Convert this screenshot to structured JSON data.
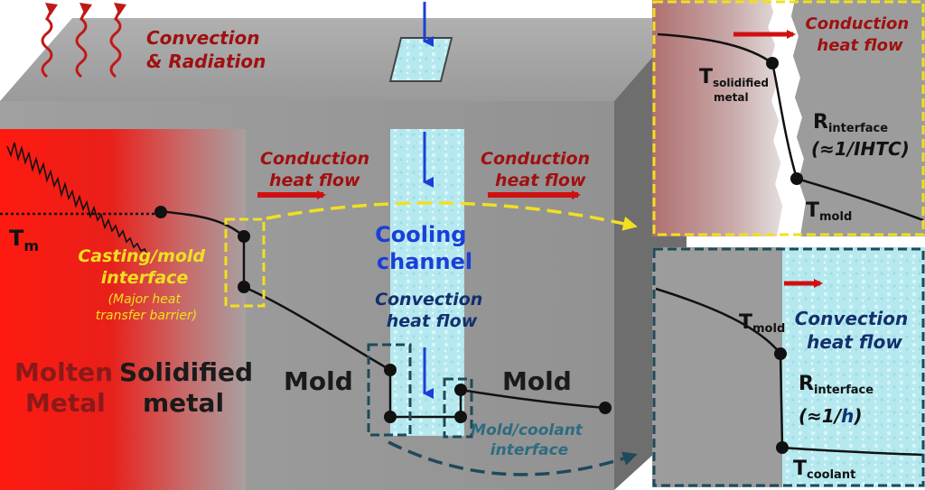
{
  "top": {
    "convection_radiation_1": "Convection",
    "convection_radiation_2": "& Radiation"
  },
  "main": {
    "conduction_left_1": "Conduction",
    "conduction_left_2": "heat flow",
    "conduction_right_1": "Conduction",
    "conduction_right_2": "heat flow",
    "tm_base": "T",
    "tm_sub": "m",
    "casting_interface_1": "Casting/mold",
    "casting_interface_2": "interface",
    "casting_note_1": "(Major heat",
    "casting_note_2": "transfer barrier)",
    "cooling_channel_1": "Cooling",
    "cooling_channel_2": "channel",
    "convection_flow_1": "Convection",
    "convection_flow_2": "heat flow",
    "molten_1": "Molten",
    "molten_2": "Metal",
    "solidified_1": "Solidified",
    "solidified_2": "metal",
    "mold_left": "Mold",
    "mold_right": "Mold",
    "mold_coolant_1": "Mold/coolant",
    "mold_coolant_2": "interface"
  },
  "inset_top": {
    "conduction_1": "Conduction",
    "conduction_2": "heat flow",
    "t_solid_base": "T",
    "t_solid_sub1": "solidified",
    "t_solid_sub2": "metal",
    "r_base": "R",
    "r_sub": "interface",
    "r_approx": "(≈1/IHTC)",
    "t_mold_base": "T",
    "t_mold_sub": "mold"
  },
  "inset_bottom": {
    "t_mold_base": "T",
    "t_mold_sub": "mold",
    "convection_1": "Convection",
    "convection_2": "heat flow",
    "r_base": "R",
    "r_sub": "interface",
    "r_approx_pre": "(≈1/",
    "r_approx_h": "h",
    "r_approx_post": ")",
    "t_coolant_base": "T",
    "t_coolant_sub": "coolant"
  },
  "colors": {
    "dark_red": "#a01010",
    "arrow_red": "#d01010",
    "blue_text": "#1a3fd8",
    "navy_text": "#13306e",
    "teal_text": "#2c6c80",
    "yellow": "#f0e020",
    "gray_block": "#9c9c9c"
  }
}
